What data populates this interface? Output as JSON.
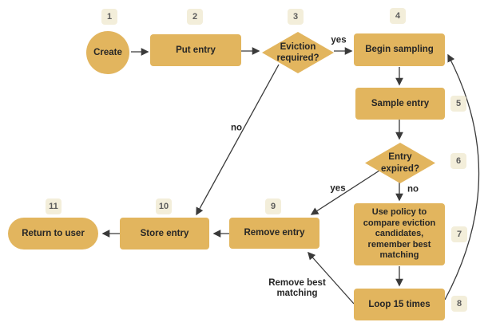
{
  "diagram": {
    "type": "flowchart",
    "colors": {
      "background": "#ffffff",
      "node_fill": "#e2b55e",
      "node_text": "#262626",
      "badge_fill": "#f3eeda",
      "badge_text": "#5c5c5c",
      "arrow": "#3a3a3a"
    },
    "nodes": [
      {
        "step": "1",
        "shape": "circle",
        "label": "Create"
      },
      {
        "step": "2",
        "shape": "rectangle",
        "label": "Put entry"
      },
      {
        "step": "3",
        "shape": "diamond",
        "label": "Eviction\nrequired?"
      },
      {
        "step": "4",
        "shape": "rectangle",
        "label": "Begin sampling"
      },
      {
        "step": "5",
        "shape": "rectangle",
        "label": "Sample entry"
      },
      {
        "step": "6",
        "shape": "diamond",
        "label": "Entry\nexpired?"
      },
      {
        "step": "7",
        "shape": "rectangle",
        "label": "Use policy to\ncompare eviction\ncandidates,\nremember best\nmatching"
      },
      {
        "step": "8",
        "shape": "rectangle",
        "label": "Loop 15 times"
      },
      {
        "step": "9",
        "shape": "rectangle",
        "label": "Remove entry"
      },
      {
        "step": "10",
        "shape": "rectangle",
        "label": "Store entry"
      },
      {
        "step": "11",
        "shape": "terminator",
        "label": "Return to user"
      }
    ],
    "edge_labels": {
      "eviction_yes": "yes",
      "eviction_no": "no",
      "expired_yes": "yes",
      "expired_no": "no",
      "loop_remove": "Remove best\nmatching"
    }
  }
}
